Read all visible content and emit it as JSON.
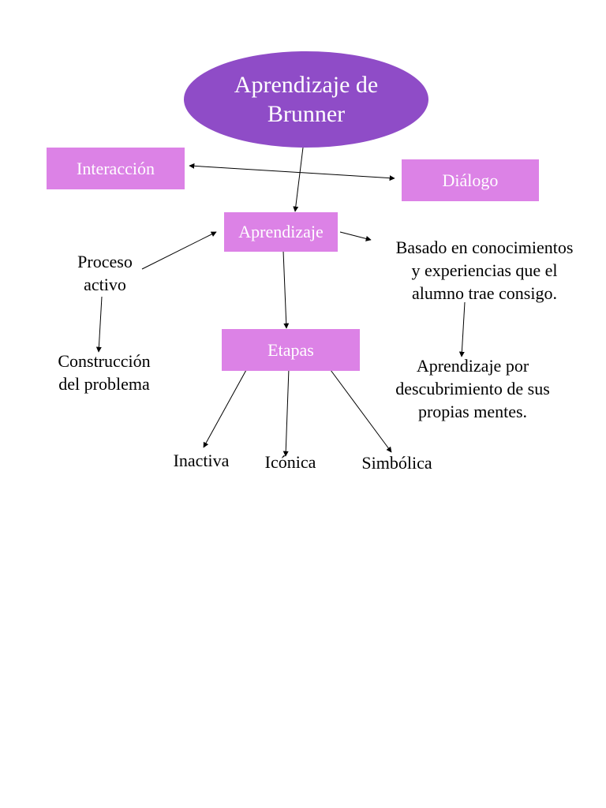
{
  "diagram": {
    "title_lines": [
      "Aprendizaje de",
      "Brunner"
    ],
    "boxes": {
      "interaccion": "Interacción",
      "dialogo": "Diálogo",
      "aprendizaje": "Aprendizaje",
      "etapas": "Etapas"
    },
    "labels": {
      "proceso_activo": [
        "Proceso",
        "activo"
      ],
      "construccion": [
        "Construcción",
        "del problema"
      ],
      "basado": [
        "Basado en conocimientos",
        "y experiencias que el",
        "alumno trae consigo."
      ],
      "descubrimiento": [
        "Aprendizaje por",
        "descubrimiento de sus",
        "propias mentes."
      ],
      "inactiva": "Inactiva",
      "iconica": "Icónica",
      "simbolica": "Simbólica"
    },
    "colors": {
      "title_oval": "#8f4cc7",
      "boxes": "#dc82e6",
      "box_text": "#ffffff",
      "arrows": "#000000"
    }
  }
}
